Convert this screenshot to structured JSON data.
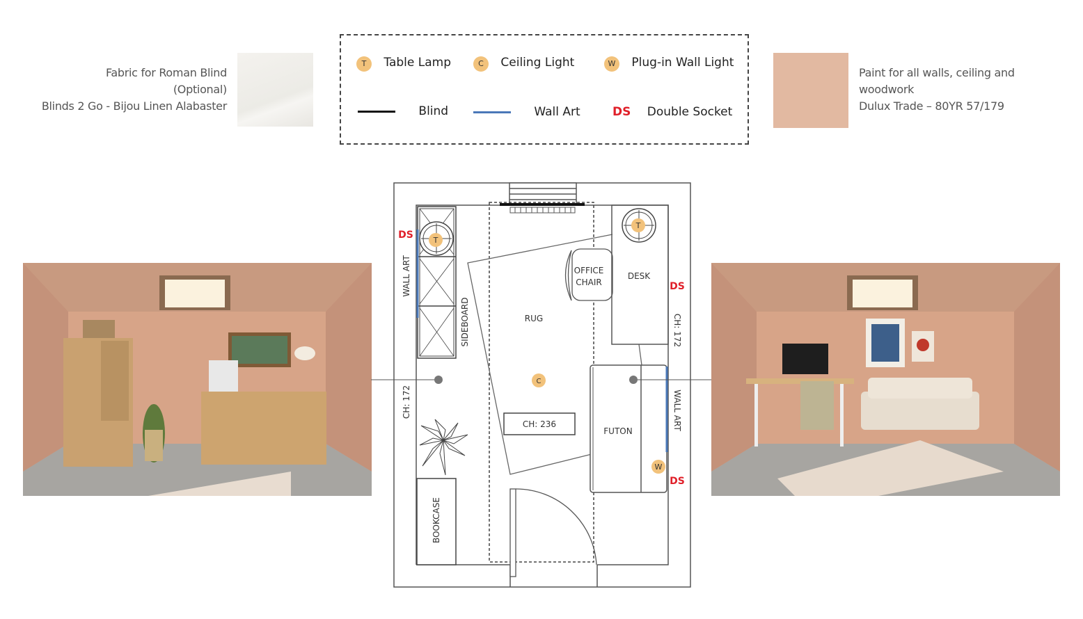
{
  "fabric": {
    "lines": [
      "Fabric for Roman Blind",
      "(Optional)",
      "Blinds 2 Go - Bijou Linen Alabaster"
    ],
    "color": "#eeece7"
  },
  "paint": {
    "lines": [
      "Paint for all walls, ceiling and",
      "woodwork",
      "Dulux Trade – 80YR 57/179"
    ],
    "color": "#e2b9a1"
  },
  "legend": {
    "table_lamp": {
      "badge": "T",
      "label": "Table Lamp"
    },
    "ceiling_light": {
      "badge": "C",
      "label": "Ceiling Light"
    },
    "wall_light": {
      "badge": "W",
      "label": "Plug-in Wall Light"
    },
    "blind": {
      "label": "Blind",
      "color": "#111111"
    },
    "wall_art": {
      "label": "Wall Art",
      "color": "#4a78b8"
    },
    "double_socket": {
      "badge": "DS",
      "label": "Double Socket",
      "color": "#e0202a"
    }
  },
  "plan": {
    "ds": "DS",
    "wall_art": "WALL ART",
    "sideboard": "SIDEBOARD",
    "rug": "RUG",
    "office_chair": [
      "OFFICE",
      "CHAIR"
    ],
    "desk": "DESK",
    "futon": "FUTON",
    "bookcase": "BOOKCASE",
    "ch_left": "CH: 172",
    "ch_right": "CH: 172",
    "ch_center": "CH: 236",
    "lamp": "T",
    "ceiling": "C",
    "wall_light": "W"
  }
}
